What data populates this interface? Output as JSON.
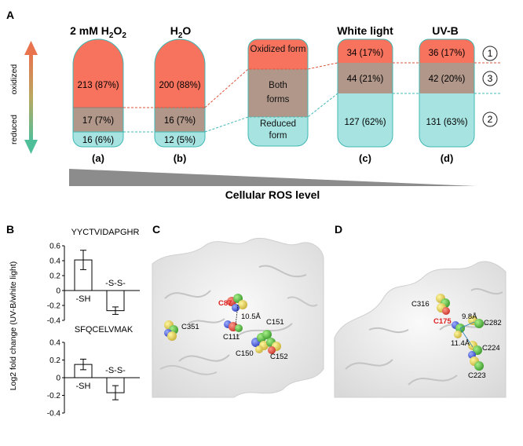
{
  "panel_a": {
    "letter": "A",
    "axis_labels": {
      "top": "oxidized",
      "bottom": "reduced"
    },
    "columns": [
      {
        "header_parts": [
          "2 mM H",
          "2",
          "O",
          "2"
        ],
        "ox": "213 (87%)",
        "both": "17 (7%)",
        "red": "16 (6%)",
        "sub": "(a)"
      },
      {
        "header_parts": [
          "H",
          "2",
          "O",
          ""
        ],
        "ox": "200 (88%)",
        "both": "16 (7%)",
        "red": "12 (5%)",
        "sub": "(b)"
      },
      {
        "header_parts": [
          "",
          "",
          "",
          ""
        ],
        "ox": "Oxidized form",
        "both": "Both forms",
        "red": "Reduced form",
        "sub": ""
      },
      {
        "header_parts": [
          "White light",
          "",
          "",
          ""
        ],
        "ox": "34 (17%)",
        "both": "44 (21%)",
        "red": "127 (62%)",
        "sub": "(c)"
      },
      {
        "header_parts": [
          "UV-B",
          "",
          "",
          ""
        ],
        "ox": "36 (17%)",
        "both": "42 (20%)",
        "red": "131 (63%)",
        "sub": "(d)"
      }
    ],
    "circled_numbers": [
      "1",
      "3",
      "2"
    ],
    "ros_label": "Cellular ROS level",
    "colors": {
      "oxidized": "#f7735e",
      "both": "#b0978a",
      "reduced": "#a7e3e1",
      "arrow_top": "#e8734d",
      "arrow_bottom": "#4fbf9a"
    }
  },
  "panel_b": {
    "letter": "B",
    "y_label": "Log2 fold change (UV-B/white light)",
    "charts": [
      {
        "title": "YYCTVIDAPGHR",
        "categories": [
          "-SH",
          "-S-S-"
        ],
        "values": [
          0.41,
          -0.27
        ],
        "errors": [
          0.13,
          0.05
        ],
        "ylim": [
          -0.4,
          0.6
        ],
        "yticks": [
          "0.6",
          "0.4",
          "0.2",
          "0",
          "-0.2",
          "-0.4"
        ]
      },
      {
        "title": "SFQCELVMAK",
        "categories": [
          "-SH",
          "-S-S-"
        ],
        "values": [
          0.15,
          -0.17
        ],
        "errors": [
          0.06,
          0.08
        ],
        "ylim": [
          -0.4,
          0.4
        ],
        "yticks": [
          "0.4",
          "0.2",
          "0",
          "-0.2",
          "-0.4"
        ]
      }
    ]
  },
  "chart_data": [
    {
      "type": "bar",
      "title": "YYCTVIDAPGHR",
      "categories": [
        "-SH",
        "-S-S-"
      ],
      "values": [
        0.41,
        -0.27
      ],
      "errors": [
        0.13,
        0.05
      ],
      "ylabel": "Log2 fold change (UV-B/white light)",
      "ylim": [
        -0.4,
        0.6
      ]
    },
    {
      "type": "bar",
      "title": "SFQCELVMAK",
      "categories": [
        "-SH",
        "-S-S-"
      ],
      "values": [
        0.15,
        -0.17
      ],
      "errors": [
        0.06,
        0.08
      ],
      "ylabel": "Log2 fold change (UV-B/white light)",
      "ylim": [
        -0.4,
        0.4
      ]
    }
  ],
  "panel_c": {
    "letter": "C",
    "labels": {
      "c87": "C87",
      "dist": "10.5Å",
      "c151": "C151",
      "c351": "C351",
      "c111": "C111",
      "c150": "C150",
      "c152": "C152"
    }
  },
  "panel_d": {
    "letter": "D",
    "labels": {
      "c316": "C316",
      "c175": "C175",
      "dist1": "9.8Å",
      "c282": "C282",
      "dist2": "11.4Å",
      "c224": "C224",
      "c223": "C223"
    }
  }
}
